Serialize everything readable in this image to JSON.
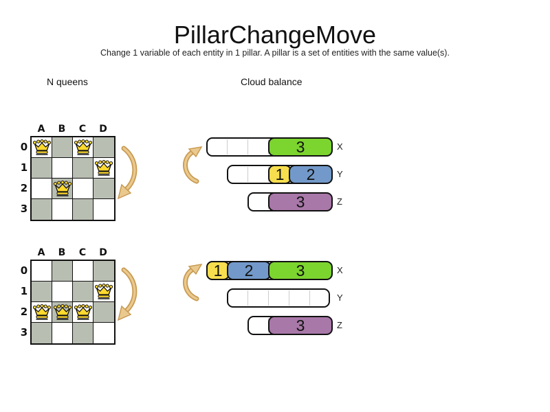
{
  "header": {
    "title": "PillarChangeMove",
    "subtitle": "Change 1 variable of each entity in 1 pillar. A pillar is a set of entities with the same value(s)."
  },
  "sections": {
    "nqueens": "N queens",
    "cloud": "Cloud balance"
  },
  "nqueens": {
    "column_labels": [
      "A",
      "B",
      "C",
      "D"
    ],
    "row_labels": [
      "0",
      "1",
      "2",
      "3"
    ],
    "before_queens": [
      "A0",
      "C0",
      "D1",
      "B2"
    ],
    "after_queens": [
      "D1",
      "A2",
      "B2",
      "C2"
    ]
  },
  "cloud": {
    "before": [
      {
        "label": "X",
        "capacity": 6,
        "indent": 0,
        "blocks": [
          {
            "value": "3",
            "size": 3,
            "start": 3,
            "color": "green"
          }
        ]
      },
      {
        "label": "Y",
        "capacity": 5,
        "indent": 1,
        "blocks": [
          {
            "value": "1",
            "size": 1,
            "start": 2,
            "color": "yellow"
          },
          {
            "value": "2",
            "size": 2,
            "start": 3,
            "color": "blue"
          }
        ]
      },
      {
        "label": "Z",
        "capacity": 4,
        "indent": 2,
        "blocks": [
          {
            "value": "3",
            "size": 3,
            "start": 1,
            "color": "purple"
          }
        ]
      }
    ],
    "after": [
      {
        "label": "X",
        "capacity": 6,
        "indent": 0,
        "blocks": [
          {
            "value": "1",
            "size": 1,
            "start": 0,
            "color": "yellow"
          },
          {
            "value": "2",
            "size": 2,
            "start": 1,
            "color": "blue"
          },
          {
            "value": "3",
            "size": 3,
            "start": 3,
            "color": "green"
          }
        ]
      },
      {
        "label": "Y",
        "capacity": 5,
        "indent": 1,
        "blocks": []
      },
      {
        "label": "Z",
        "capacity": 4,
        "indent": 2,
        "blocks": [
          {
            "value": "3",
            "size": 3,
            "start": 1,
            "color": "purple"
          }
        ]
      }
    ]
  },
  "colors": {
    "green": "#7cd42f",
    "yellow": "#f6de4e",
    "blue": "#7299c9",
    "purple": "#a878a8",
    "board_gray": "#b9beb3",
    "board_white": "#ffffff",
    "queen_gold": "#ffd92e",
    "arrow_fill": "#eac98f",
    "arrow_outline": "#c89a50"
  },
  "icons": {
    "queen": "queen-crown-icon",
    "arrow_down": "curved-arrow-down-icon",
    "arrow_up": "curved-arrow-up-icon"
  }
}
